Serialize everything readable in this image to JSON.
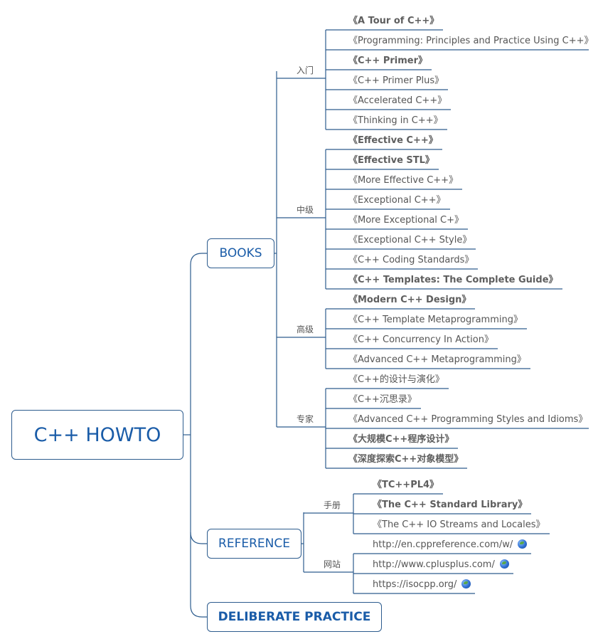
{
  "diagram": {
    "root": "C++ HOWTO",
    "books": {
      "label": "BOOKS",
      "intro": {
        "label": "入门",
        "items": [
          "《A Tour of C++》",
          "《Programming: Principles and Practice Using C++》",
          "《C++ Primer》",
          "《C++ Primer Plus》",
          "《Accelerated C++》",
          "《Thinking in C++》"
        ]
      },
      "intermediate": {
        "label": "中级",
        "items": [
          "《Effective C++》",
          "《Effective STL》",
          "《More Effective C++》",
          "《Exceptional C++》",
          "《More Exceptional C+》",
          "《Exceptional C++ Style》",
          "《C++ Coding Standards》",
          "《C++ Templates: The Complete Guide》"
        ]
      },
      "advanced": {
        "label": "高级",
        "items": [
          "《Modern C++ Design》",
          "《C++ Template Metaprogramming》",
          "《C++ Concurrency In Action》",
          "《Advanced C++ Metaprogramming》"
        ]
      },
      "expert": {
        "label": "专家",
        "items": [
          "《C++的设计与演化》",
          "《C++沉思录》",
          "《Advanced C++ Programming Styles and Idioms》",
          "《大规模C++程序设计》",
          "《深度探索C++对象模型》"
        ]
      }
    },
    "reference": {
      "label": "REFERENCE",
      "manuals": {
        "label": "手册",
        "items": [
          "《TC++PL4》",
          "《The C++ Standard Library》",
          "《The C++ IO Streams and Locales》"
        ]
      },
      "websites": {
        "label": "网站",
        "items": [
          "http://en.cppreference.com/w/",
          "http://www.cplusplus.com/",
          "https://isocpp.org/"
        ],
        "link_icon": "globe-icon"
      }
    },
    "practice": {
      "label": "DELIBERATE PRACTICE"
    },
    "colors": {
      "line": "#2d5c8e",
      "accent": "#1a5ca8",
      "text": "#555555",
      "link_icon": "#2f6fd0"
    }
  }
}
